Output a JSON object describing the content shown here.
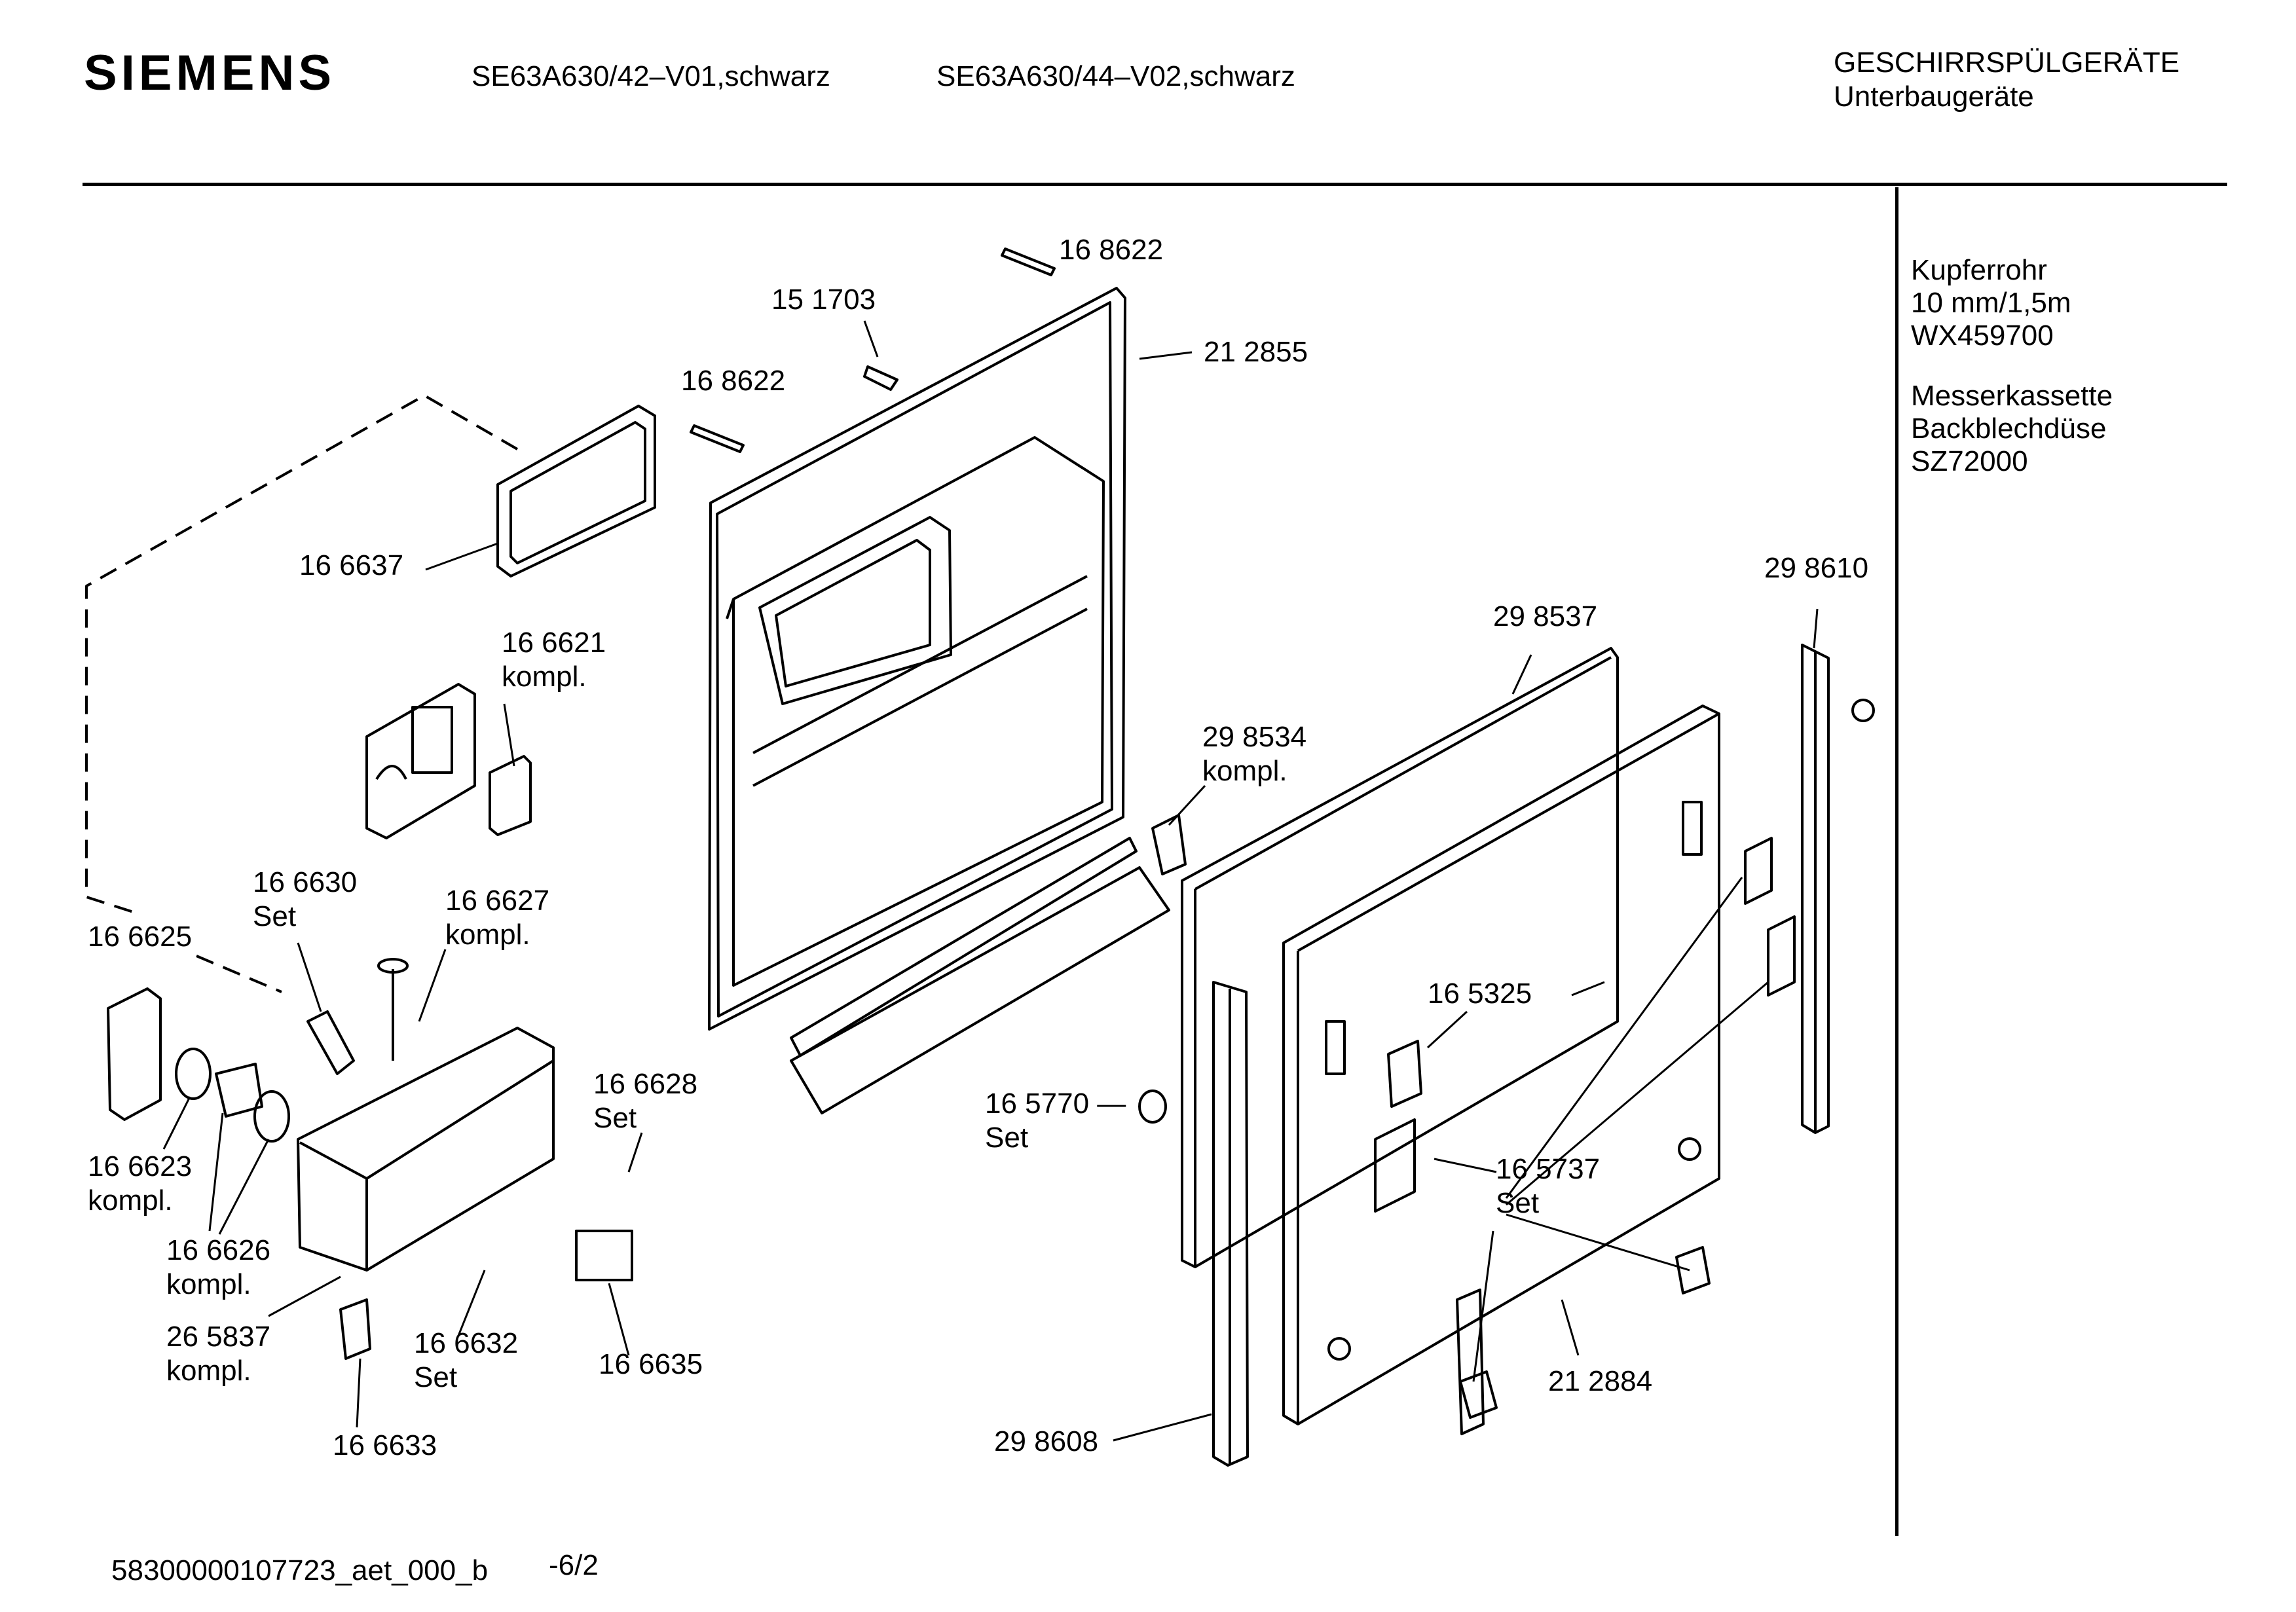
{
  "header": {
    "brand": "SIEMENS",
    "model_1": "SE63A630/42–V01,schwarz",
    "model_2": "SE63A630/44–V02,schwarz",
    "category_line1": "GESCHIRRSPÜLGERÄTE",
    "category_line2": "Unterbaugeräte"
  },
  "side_notes": [
    {
      "l1": "Kupferrohr",
      "l2": "10 mm/1,5m",
      "l3": "WX459700"
    },
    {
      "l1": "Messerkassette",
      "l2": "Backblechdüse",
      "l3": "SZ72000"
    }
  ],
  "parts": [
    {
      "n": "16 8622"
    },
    {
      "n": "15 1703"
    },
    {
      "n": "21 2855"
    },
    {
      "n": "16 8622"
    },
    {
      "n": "16 6637"
    },
    {
      "n": "16 6621",
      "s": "kompl."
    },
    {
      "n": "29 8610"
    },
    {
      "n": "29 8537"
    },
    {
      "n": "29 8534",
      "s": "kompl."
    },
    {
      "n": "16 6630",
      "s": "Set"
    },
    {
      "n": "16 6627",
      "s": "kompl."
    },
    {
      "n": "16 6625"
    },
    {
      "n": "16 5325"
    },
    {
      "n": "16 6628",
      "s": "Set"
    },
    {
      "n": "16 5770 —",
      "s": "Set"
    },
    {
      "n": "16 6623",
      "s": "kompl."
    },
    {
      "n": "16 5737",
      "s": "Set"
    },
    {
      "n": "16 6626",
      "s": "kompl."
    },
    {
      "n": "26 5837",
      "s": "kompl."
    },
    {
      "n": "16 6632",
      "s": "Set"
    },
    {
      "n": "16 6635"
    },
    {
      "n": "21 2884"
    },
    {
      "n": "29 8608"
    },
    {
      "n": "16 6633"
    }
  ],
  "footer": {
    "doc_id": "58300000107723_aet_000_b",
    "page": "-6/2"
  }
}
